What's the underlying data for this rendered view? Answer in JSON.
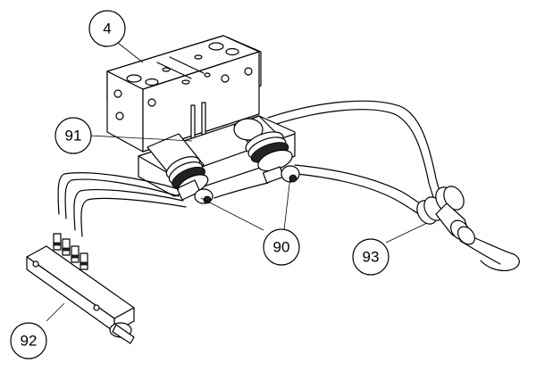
{
  "callouts": {
    "c4": "4",
    "c91": "91",
    "c90": "90",
    "c92": "92",
    "c93": "93"
  }
}
